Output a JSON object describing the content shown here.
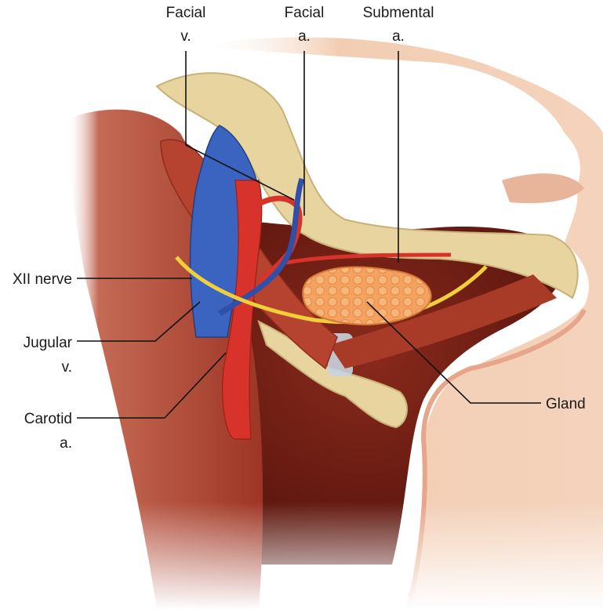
{
  "labels": {
    "facial_v": {
      "line1": "Facial",
      "line2": "v."
    },
    "facial_a": {
      "line1": "Facial",
      "line2": "a."
    },
    "submental_a": {
      "line1": "Submental",
      "line2": "a."
    },
    "xii_nerve": {
      "line1": "XII nerve"
    },
    "jugular_v": {
      "line1": "Jugular",
      "line2": "v."
    },
    "carotid_a": {
      "line1": "Carotid",
      "line2": "a."
    },
    "gland": {
      "line1": "Gland"
    }
  },
  "colors": {
    "skin": "#f2cdb3",
    "skin_outline": "#e7a589",
    "muscle": "#b5432f",
    "bone": "#e7d49e",
    "vein": "#2f4fa8",
    "artery": "#d7332a",
    "nerve": "#f2cf3a",
    "gland": "#f3a261",
    "cavity": "#6d1b12"
  }
}
